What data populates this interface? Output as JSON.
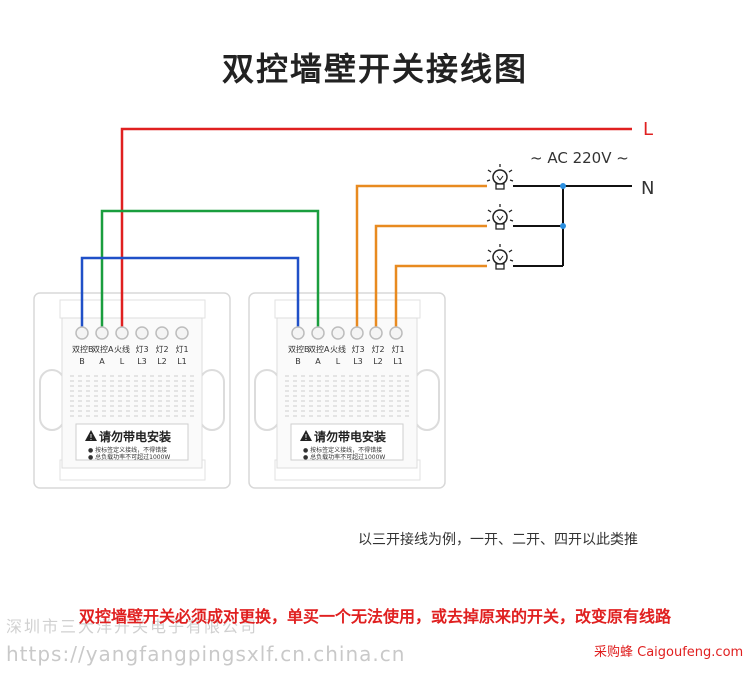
{
  "title": "双控墙壁开关接线图",
  "supply": {
    "line_label": "L",
    "neutral_label": "N",
    "voltage_label": "~ AC 220V ~"
  },
  "colors": {
    "live": "#e02020",
    "green": "#1a9e3e",
    "blue": "#2050c8",
    "orange": "#e88a20",
    "black": "#111111"
  },
  "panels": [
    {
      "terminals_top": [
        "双控B",
        "双控A",
        "火线",
        "灯3",
        "灯2",
        "灯1"
      ],
      "terminals_bottom": [
        "B",
        "A",
        "L",
        "L3",
        "L2",
        "L1"
      ],
      "warning_title": "请勿带电安装",
      "warning_lines": [
        "● 按标签定义接线，不得错接",
        "● 总负载功率不可超过1000W"
      ]
    },
    {
      "terminals_top": [
        "双控B",
        "双控A",
        "火线",
        "灯3",
        "灯2",
        "灯1"
      ],
      "terminals_bottom": [
        "B",
        "A",
        "L",
        "L3",
        "L2",
        "L1"
      ],
      "warning_title": "请勿带电安装",
      "warning_lines": [
        "● 按标签定义接线，不得错接",
        "● 总负载功率不可超过1000W"
      ]
    }
  ],
  "lamp_icon": "light-bulb-icon",
  "note": "以三开接线为例，一开、二开、四开以此类推",
  "red_note": "双控墙壁开关必须成对更换，单买一个无法使用，或去掉原来的开关，改变原有线路",
  "watermarks": {
    "company": "深圳市三大洋开关电子有限公司",
    "url": "https://yangfangpingsxlf.cn.china.cn",
    "site": "采购蜂 Caigoufeng.com"
  }
}
